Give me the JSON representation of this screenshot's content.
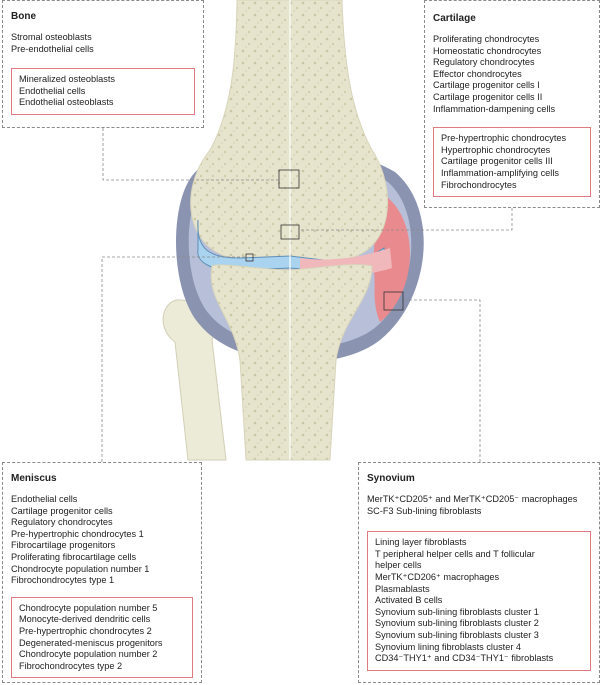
{
  "bone": {
    "title": "Bone",
    "normal": [
      "Stromal osteoblasts",
      "Pre-endothelial cells"
    ],
    "disease": [
      "Mineralized osteoblasts",
      "Endothelial cells",
      "Endothelial osteoblasts"
    ]
  },
  "cartilage": {
    "title": "Cartilage",
    "normal": [
      "Proliferating chondrocytes",
      "Homeostatic chondrocytes",
      "Regulatory chondrocytes",
      "Effector chondrocytes",
      "Cartilage progenitor cells I",
      "Cartilage progenitor cells II",
      "Inflammation-dampening cells"
    ],
    "disease": [
      "Pre-hypertrophic chondrocytes",
      "Hypertrophic chondrocytes",
      "Cartilage progenitor cells III",
      "Inflammation-amplifying cells",
      "Fibrochondrocytes"
    ]
  },
  "meniscus": {
    "title": "Meniscus",
    "normal": [
      "Endothelial cells",
      "Cartilage progenitor cells",
      "Regulatory chondrocytes",
      "Pre-hypertrophic chondrocytes 1",
      "Fibrocartilage progenitors",
      "Proliferating fibrocartilage cells",
      "Chondrocyte population number 1",
      "Fibrochondrocytes type 1"
    ],
    "disease": [
      "Chondrocyte population number 5",
      "Monocyte-derived dendritic cells",
      "Pre-hypertrophic chondrocytes 2",
      "Degenerated-meniscus progenitors",
      "Chondrocyte population number 2",
      "Fibrochondrocytes type 2"
    ]
  },
  "synovium": {
    "title": "Synovium",
    "normal": [
      "MerTK⁺CD205⁺ and MerTK⁺CD205⁻ macrophages",
      "SC-F3 Sub-lining fibroblasts"
    ],
    "disease": [
      "Lining layer fibroblasts",
      "T peripheral helper cells and T follicular",
      "helper cells",
      "MerTK⁺CD206⁺ macrophages",
      "Plasmablasts",
      "Activated B cells",
      "Synovium sub-lining fibroblasts cluster 1",
      "Synovium sub-lining fibroblasts cluster 2",
      "Synovium sub-lining fibroblasts cluster 3",
      "Synovium lining fibroblasts cluster 4",
      "CD34⁻THY1⁺ and CD34⁻THY1⁻ fibroblasts"
    ]
  },
  "colors": {
    "bone": "#e9e7d2",
    "meniscus": "#a9d3ee",
    "capsule": "#8a93b0",
    "synovium_inflamed": "#e98a8f",
    "highlight": "#e07a80"
  }
}
